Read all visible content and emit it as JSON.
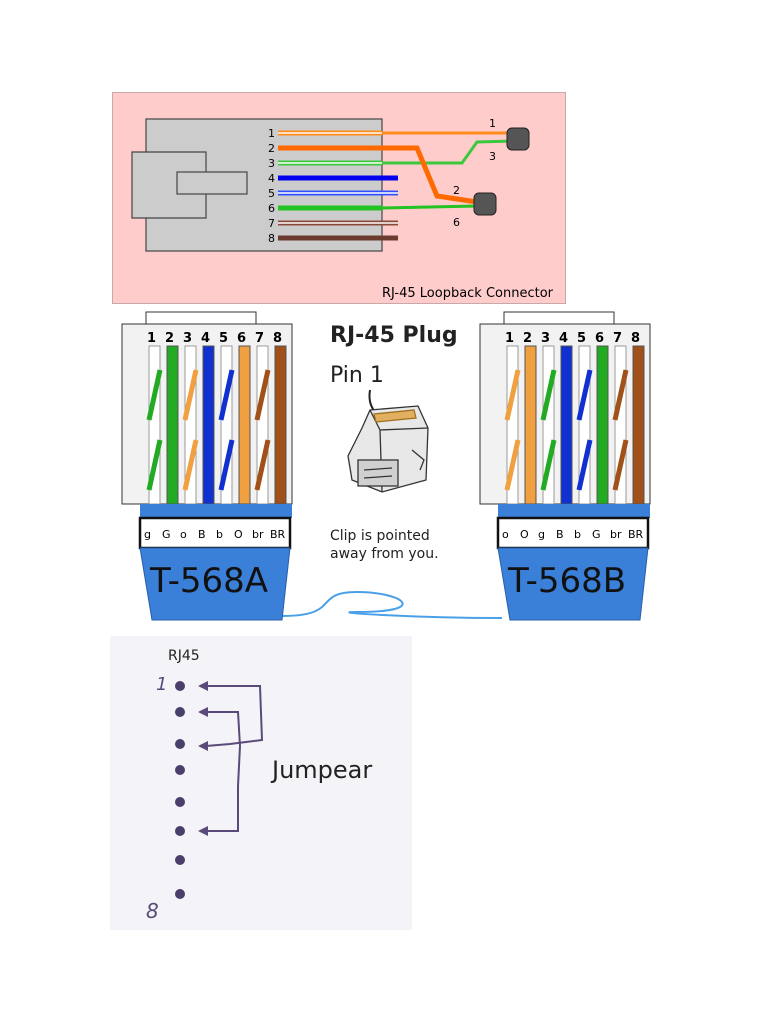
{
  "loopback": {
    "caption": "RJ-45 Loopback Connector",
    "bg_color": "#ffcccc",
    "pins": [
      {
        "num": "1",
        "color": "#ff8c1a",
        "stripe": "#ffffff"
      },
      {
        "num": "2",
        "color": "#ff6a00",
        "stripe": null
      },
      {
        "num": "3",
        "color": "#3cc83c",
        "stripe": "#ffffff"
      },
      {
        "num": "4",
        "color": "#0000ee",
        "stripe": null
      },
      {
        "num": "5",
        "color": "#3050ff",
        "stripe": "#ffffff"
      },
      {
        "num": "6",
        "color": "#22c322",
        "stripe": null
      },
      {
        "num": "7",
        "color": "#8a4a3a",
        "stripe": "#ffffff"
      },
      {
        "num": "8",
        "color": "#6b3b30",
        "stripe": null
      }
    ],
    "end_labels": {
      "top_a": "1",
      "top_b": "3",
      "bottom_a": "2",
      "bottom_b": "6"
    }
  },
  "plug": {
    "title": "RJ-45 Plug",
    "pin1_label": "Pin 1",
    "clip_note_line1": "Clip is pointed",
    "clip_note_line2": "away from you.",
    "t568a": {
      "name": "T-568A",
      "pin_numbers": [
        "1",
        "2",
        "3",
        "4",
        "5",
        "6",
        "7",
        "8"
      ],
      "codes": [
        "g",
        "G",
        "o",
        "B",
        "b",
        "O",
        "br",
        "BR"
      ],
      "wires": [
        {
          "base": "#22aa22",
          "striped": true
        },
        {
          "base": "#22aa22",
          "striped": false
        },
        {
          "base": "#f0a040",
          "striped": true
        },
        {
          "base": "#1030d0",
          "striped": false
        },
        {
          "base": "#1030d0",
          "striped": true
        },
        {
          "base": "#f0a040",
          "striped": false
        },
        {
          "base": "#a05018",
          "striped": true
        },
        {
          "base": "#a05018",
          "striped": false
        }
      ]
    },
    "t568b": {
      "name": "T-568B",
      "pin_numbers": [
        "1",
        "2",
        "3",
        "4",
        "5",
        "6",
        "7",
        "8"
      ],
      "codes": [
        "o",
        "O",
        "g",
        "B",
        "b",
        "G",
        "br",
        "BR"
      ],
      "wires": [
        {
          "base": "#f0a040",
          "striped": true
        },
        {
          "base": "#f0a040",
          "striped": false
        },
        {
          "base": "#22aa22",
          "striped": true
        },
        {
          "base": "#1030d0",
          "striped": false
        },
        {
          "base": "#1030d0",
          "striped": true
        },
        {
          "base": "#22aa22",
          "striped": false
        },
        {
          "base": "#a05018",
          "striped": true
        },
        {
          "base": "#a05018",
          "striped": false
        }
      ]
    },
    "boot_color": "#3a7fd8",
    "cable_color": "#4aa0e8"
  },
  "jumper": {
    "title": "RJ45",
    "label": "Jumpear",
    "pin_first": "1",
    "pin_last": "8",
    "ink_color": "#5a4a7a"
  }
}
